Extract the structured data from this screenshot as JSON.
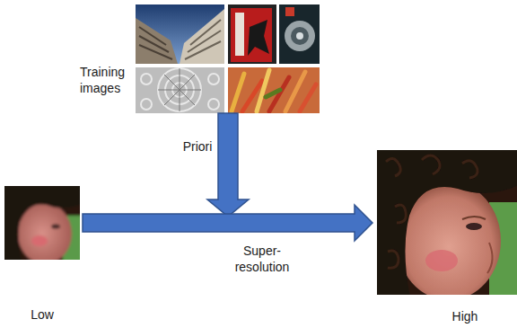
{
  "diagram": {
    "nodes": [
      {
        "text": [
          "Training images"
        ]
      },
      {
        "text": [
          "Low"
        ]
      },
      {
        "text": [
          "High"
        ]
      }
    ],
    "edges": [
      {
        "from": 1,
        "to": 2,
        "arrow": "to",
        "label": "Super- resolution"
      }
    ],
    "labels": [
      "Priori"
    ]
  }
}
